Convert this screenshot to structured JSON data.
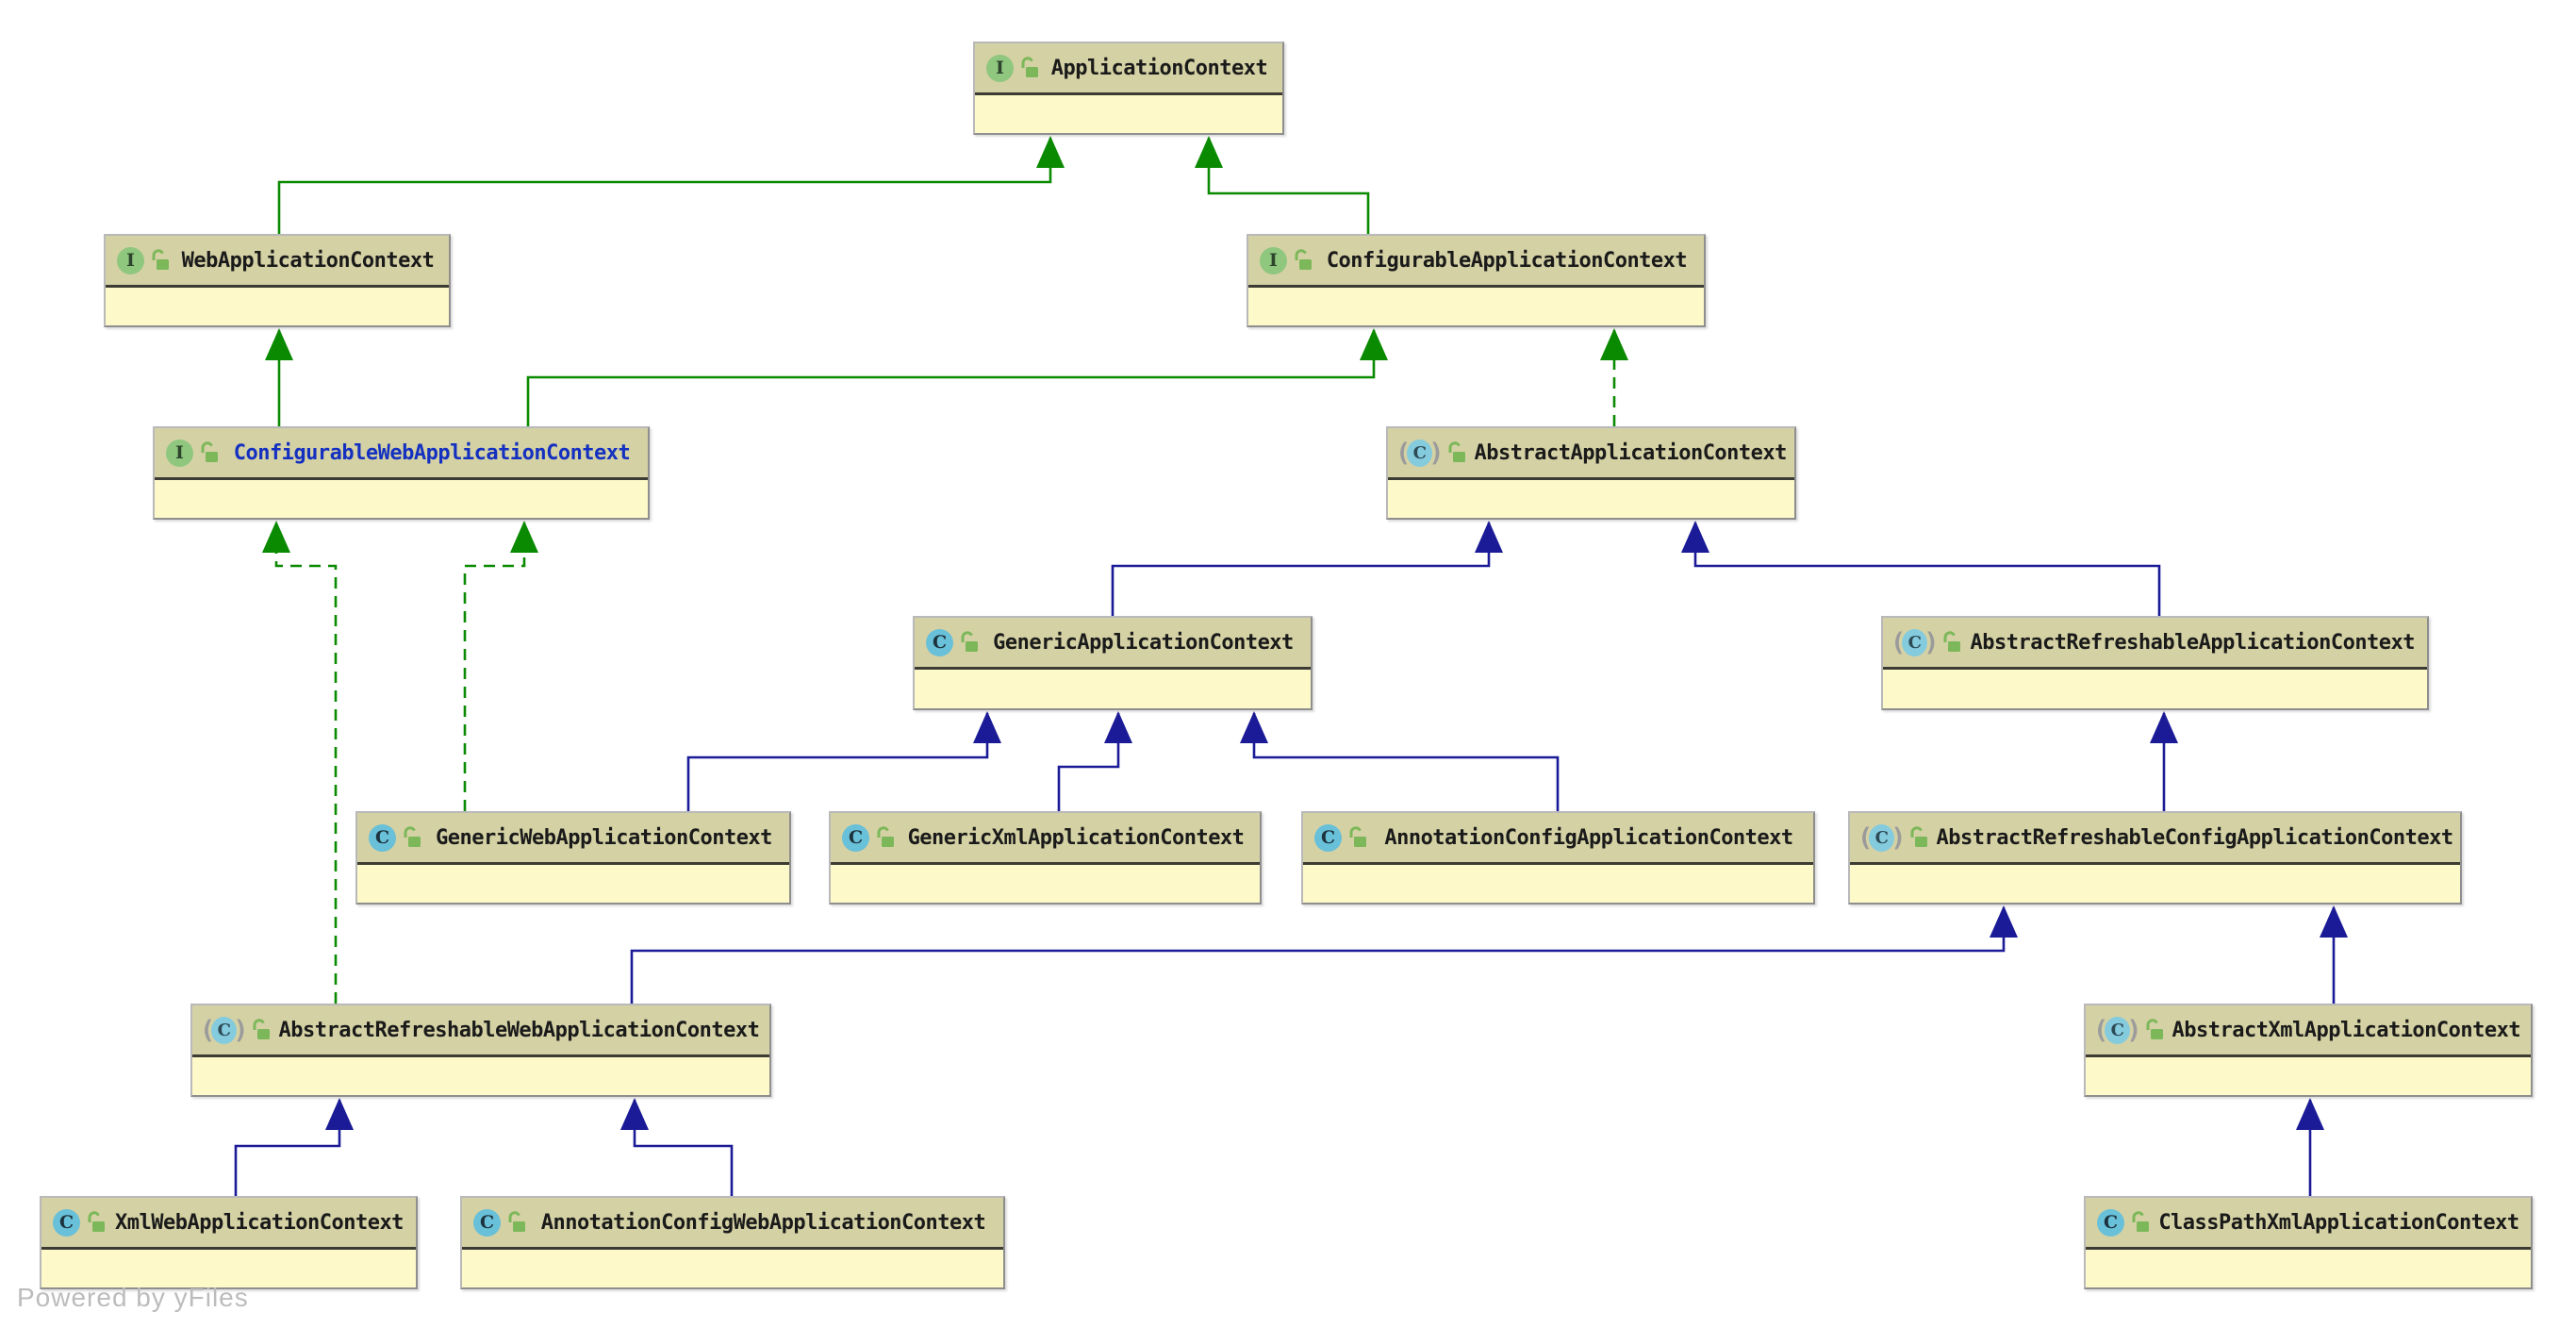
{
  "diagram": {
    "footer": "Powered by yFiles",
    "colors": {
      "interface_edge": "#0a8a00",
      "class_edge": "#1b1b97",
      "header_bg": "#d4d1a4",
      "body_bg": "#fdf9c9",
      "selected_text": "#1430c0"
    },
    "nodes": [
      {
        "id": "ApplicationContext",
        "label": "ApplicationContext",
        "kind": "interface",
        "selected": false
      },
      {
        "id": "WebApplicationContext",
        "label": "WebApplicationContext",
        "kind": "interface",
        "selected": false
      },
      {
        "id": "ConfigurableApplicationContext",
        "label": "ConfigurableApplicationContext",
        "kind": "interface",
        "selected": false
      },
      {
        "id": "ConfigurableWebApplicationContext",
        "label": "ConfigurableWebApplicationContext",
        "kind": "interface",
        "selected": true
      },
      {
        "id": "AbstractApplicationContext",
        "label": "AbstractApplicationContext",
        "kind": "abstract",
        "selected": false
      },
      {
        "id": "GenericApplicationContext",
        "label": "GenericApplicationContext",
        "kind": "class",
        "selected": false
      },
      {
        "id": "AbstractRefreshableApplicationContext",
        "label": "AbstractRefreshableApplicationContext",
        "kind": "abstract",
        "selected": false
      },
      {
        "id": "GenericWebApplicationContext",
        "label": "GenericWebApplicationContext",
        "kind": "class",
        "selected": false
      },
      {
        "id": "GenericXmlApplicationContext",
        "label": "GenericXmlApplicationContext",
        "kind": "class",
        "selected": false
      },
      {
        "id": "AnnotationConfigApplicationContext",
        "label": "AnnotationConfigApplicationContext",
        "kind": "class",
        "selected": false
      },
      {
        "id": "AbstractRefreshableConfigApplicationContext",
        "label": "AbstractRefreshableConfigApplicationContext",
        "kind": "abstract",
        "selected": false
      },
      {
        "id": "AbstractRefreshableWebApplicationContext",
        "label": "AbstractRefreshableWebApplicationContext",
        "kind": "abstract",
        "selected": false
      },
      {
        "id": "AbstractXmlApplicationContext",
        "label": "AbstractXmlApplicationContext",
        "kind": "abstract",
        "selected": false
      },
      {
        "id": "XmlWebApplicationContext",
        "label": "XmlWebApplicationContext",
        "kind": "class",
        "selected": false
      },
      {
        "id": "AnnotationConfigWebApplicationContext",
        "label": "AnnotationConfigWebApplicationContext",
        "kind": "class",
        "selected": false
      },
      {
        "id": "ClassPathXmlApplicationContext",
        "label": "ClassPathXmlApplicationContext",
        "kind": "class",
        "selected": false
      }
    ],
    "edges": [
      {
        "from": "ConfigurableWebApplicationContext",
        "to": "WebApplicationContext",
        "relation": "extends"
      },
      {
        "from": "WebApplicationContext",
        "to": "ApplicationContext",
        "relation": "extends"
      },
      {
        "from": "ConfigurableApplicationContext",
        "to": "ApplicationContext",
        "relation": "extends"
      },
      {
        "from": "ConfigurableWebApplicationContext",
        "to": "ConfigurableApplicationContext",
        "relation": "extends"
      },
      {
        "from": "AbstractApplicationContext",
        "to": "ConfigurableApplicationContext",
        "relation": "implements"
      },
      {
        "from": "AbstractRefreshableWebApplicationContext",
        "to": "ConfigurableWebApplicationContext",
        "relation": "implements"
      },
      {
        "from": "GenericWebApplicationContext",
        "to": "ConfigurableWebApplicationContext",
        "relation": "implements"
      },
      {
        "from": "GenericApplicationContext",
        "to": "AbstractApplicationContext",
        "relation": "extends"
      },
      {
        "from": "AbstractRefreshableApplicationContext",
        "to": "AbstractApplicationContext",
        "relation": "extends"
      },
      {
        "from": "GenericWebApplicationContext",
        "to": "GenericApplicationContext",
        "relation": "extends"
      },
      {
        "from": "GenericXmlApplicationContext",
        "to": "GenericApplicationContext",
        "relation": "extends"
      },
      {
        "from": "AnnotationConfigApplicationContext",
        "to": "GenericApplicationContext",
        "relation": "extends"
      },
      {
        "from": "AbstractRefreshableConfigApplicationContext",
        "to": "AbstractRefreshableApplicationContext",
        "relation": "extends"
      },
      {
        "from": "AbstractRefreshableWebApplicationContext",
        "to": "AbstractRefreshableConfigApplicationContext",
        "relation": "extends"
      },
      {
        "from": "AbstractXmlApplicationContext",
        "to": "AbstractRefreshableConfigApplicationContext",
        "relation": "extends"
      },
      {
        "from": "XmlWebApplicationContext",
        "to": "AbstractRefreshableWebApplicationContext",
        "relation": "extends"
      },
      {
        "from": "AnnotationConfigWebApplicationContext",
        "to": "AbstractRefreshableWebApplicationContext",
        "relation": "extends"
      },
      {
        "from": "ClassPathXmlApplicationContext",
        "to": "AbstractXmlApplicationContext",
        "relation": "extends"
      }
    ]
  }
}
